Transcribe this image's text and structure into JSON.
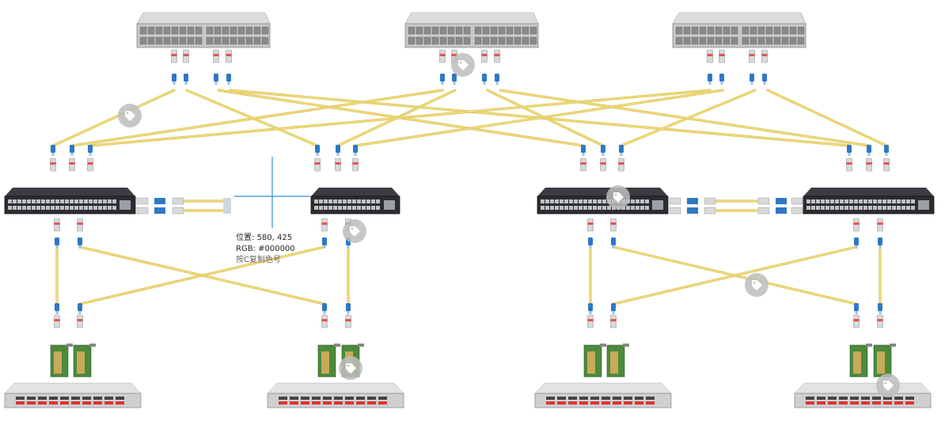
{
  "diagram": {
    "spine_switches": [
      {
        "id": "spine-1"
      },
      {
        "id": "spine-2"
      },
      {
        "id": "spine-3"
      }
    ],
    "leaf_switches": [
      {
        "id": "leaf-1"
      },
      {
        "id": "leaf-2"
      },
      {
        "id": "leaf-3"
      },
      {
        "id": "leaf-4"
      }
    ],
    "servers": [
      {
        "id": "server-1"
      },
      {
        "id": "server-2"
      },
      {
        "id": "server-3"
      },
      {
        "id": "server-4"
      }
    ],
    "colors": {
      "fiber": "#f0dc7a",
      "fiber_edge": "#d9c25a",
      "connector_blue": "#2f78c4",
      "switch_body": "#2b2d31",
      "chassis": "#c8c8c8",
      "crosshair": "#2a8fd8",
      "tag": "#bdbdbd"
    },
    "tag_icons": [
      "tag-icon"
    ]
  },
  "overlay": {
    "position_text": "位置: 580, 425",
    "rgb_text": "RGB: #000000",
    "hint_text": "按C复制色号"
  }
}
